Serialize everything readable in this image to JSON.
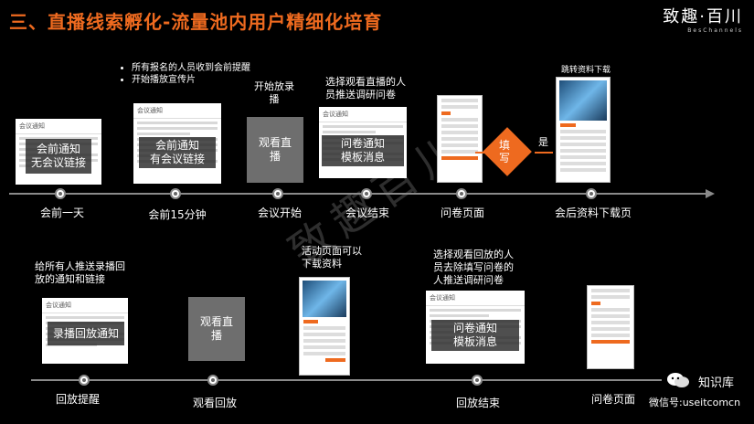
{
  "title": "三、直播线索孵化-流量池内用户精细化培育",
  "brand": {
    "main": "致趣·百川",
    "sub": "BesChannels"
  },
  "row1": {
    "steps": [
      {
        "label": "会前一天",
        "overlay": "会前通知\n无会议链接",
        "card_header": "会议通知"
      },
      {
        "label": "会前15分钟",
        "overlay": "会前通知\n有会议链接",
        "card_header": "会议通知"
      },
      {
        "label": "会议开始",
        "box": "观看直\n播"
      },
      {
        "label": "会议结束",
        "overlay": "问卷通知\n模板消息",
        "card_header": "会议通知"
      },
      {
        "label": "问卷页面"
      },
      {
        "label": "会后资料下载页"
      }
    ],
    "bullets": [
      "所有报名的人员收到会前提醒",
      "开始播放宣传片"
    ],
    "note_start": "开始放录\n播",
    "note_survey": "选择观看直播的人\n员推送调研问卷",
    "note_jump": "跳转资料下载",
    "diamond": "填\n写",
    "yes": "是"
  },
  "row2": {
    "steps": [
      {
        "label": "回放提醒",
        "overlay": "录播回放通知",
        "card_header": "会议通知"
      },
      {
        "label": "观看回放",
        "box": "观看直\n播"
      },
      {
        "label": "回放结束",
        "overlay": "问卷通知\n模板消息",
        "card_header": "会议通知"
      },
      {
        "label": "问卷页面"
      }
    ],
    "note_push": "给所有人推送录播回\n放的通知和链接",
    "note_activity": "活动页面可以\n下载资料",
    "note_survey": "选择观看回放的人\n员去除填写问卷的\n人推送调研问卷"
  },
  "watermark": "致趣百川",
  "footer": {
    "main": "知识库",
    "sub": "微信号:useitcomcn"
  }
}
